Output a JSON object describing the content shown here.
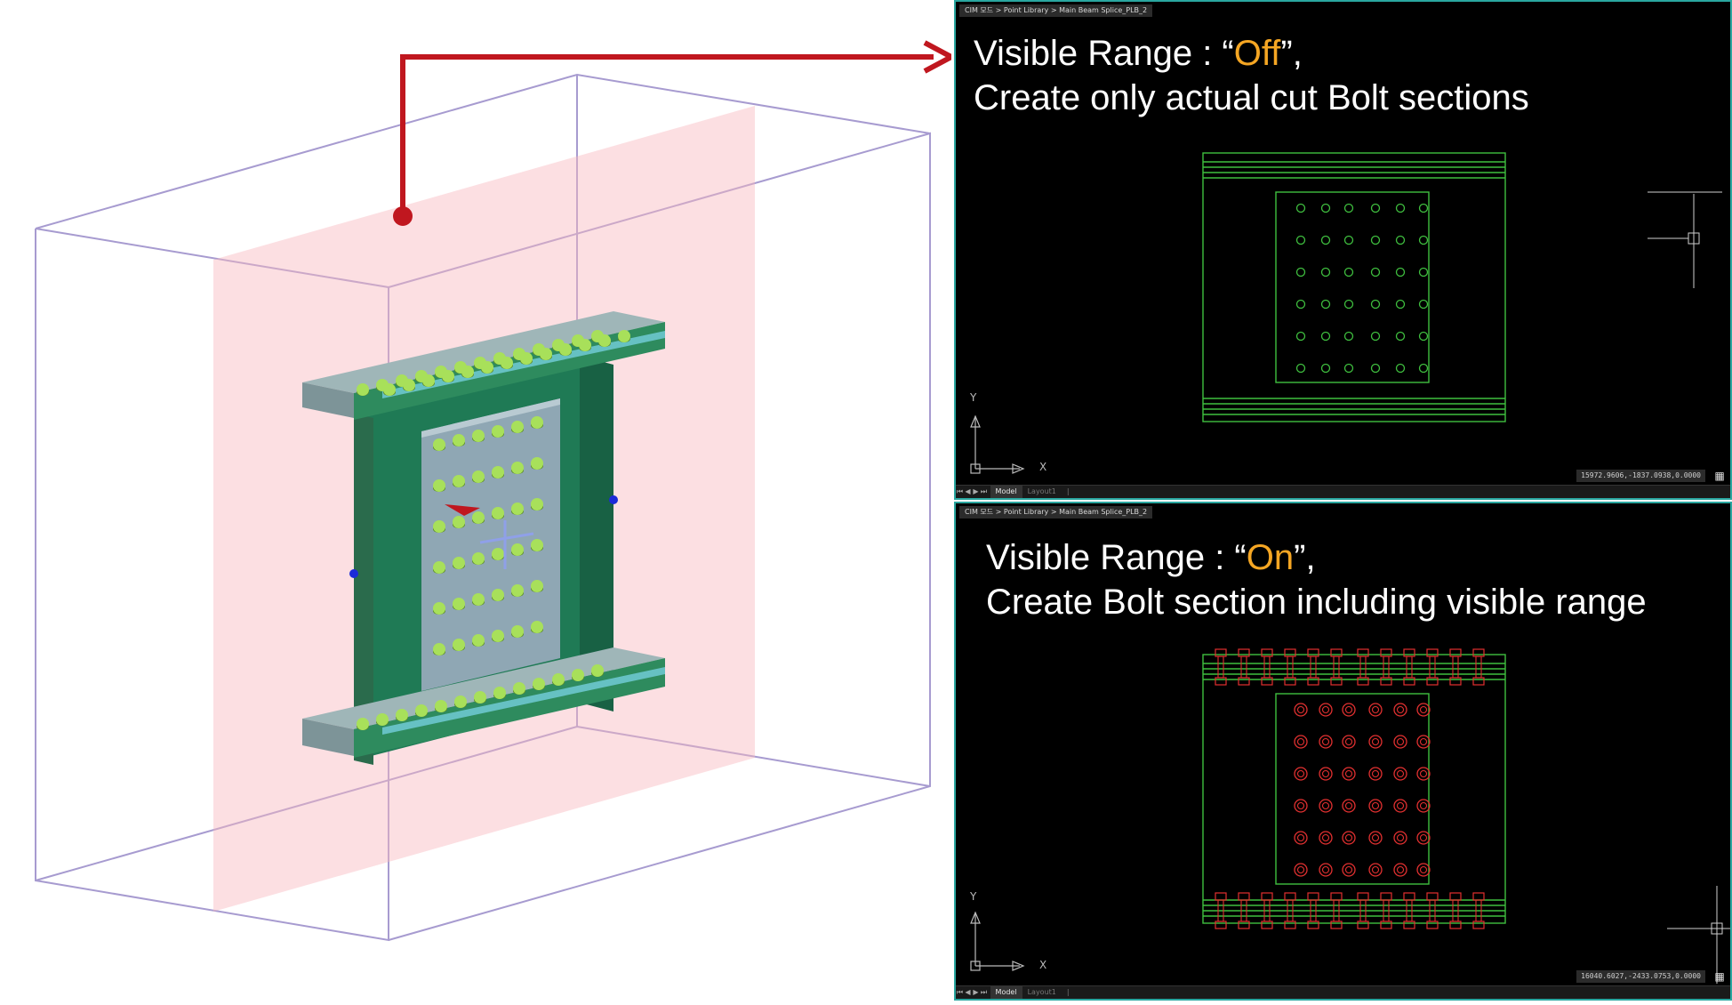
{
  "scene": {
    "colors": {
      "plane": "#f9b8bf",
      "box": "#a79bd0",
      "steel": "#1f7a55",
      "bolt": "#a8e05a",
      "arrow": "#c0171f"
    }
  },
  "viewports": [
    {
      "breadcrumb": "CIM 모드 > Point Library > Main Beam Splice_PLB_2",
      "heading": {
        "prefix": "Visible Range : “",
        "highlight": "Off",
        "suffix": "”,",
        "line2": "Create only actual cut Bolt sections"
      },
      "axis": {
        "y": "Y",
        "x": "X"
      },
      "coords": "15972.9606,-1837.0938,0.0000",
      "tabs": {
        "nav": [
          "⏮",
          "◀",
          "▶",
          "⏭"
        ],
        "model": "Model",
        "layout": "Layout1",
        "extra": "|"
      },
      "bolt_sections": false
    },
    {
      "breadcrumb": "CIM 모드 > Point Library > Main Beam Splice_PLB_2",
      "heading": {
        "prefix": "Visible Range : “",
        "highlight": "On",
        "suffix": "”,",
        "line2": "Create Bolt section including visible range"
      },
      "axis": {
        "y": "Y",
        "x": "X"
      },
      "coords": "16040.6027,-2433.0753,0.0000",
      "tabs": {
        "nav": [
          "⏮",
          "◀",
          "▶",
          "⏭"
        ],
        "model": "Model",
        "layout": "Layout1",
        "extra": "|"
      },
      "bolt_sections": true
    }
  ],
  "colors": {
    "highlight": "#f5a623",
    "cad_line": "#3fbf3f",
    "bolt_section": "#e23030",
    "viewport_border": "#2aa7a0"
  }
}
